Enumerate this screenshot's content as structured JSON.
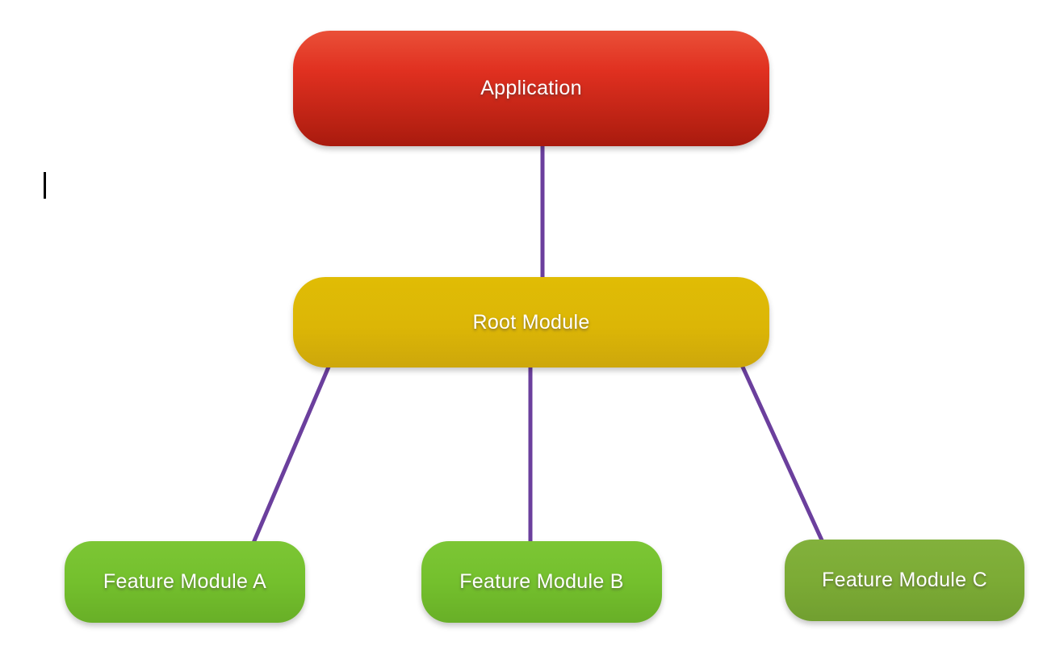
{
  "diagram": {
    "type": "hierarchy-tree",
    "nodes": [
      {
        "id": "application",
        "label": "Application",
        "level": 0,
        "fill_top": "#ea5038",
        "fill_bottom": "#a81a0e"
      },
      {
        "id": "root-module",
        "label": "Root Module",
        "level": 1,
        "fill_top": "#e0bc05",
        "fill_bottom": "#cda70b"
      },
      {
        "id": "feature-module-a",
        "label": "Feature Module A",
        "level": 2,
        "fill_top": "#7cc635",
        "fill_bottom": "#68af27"
      },
      {
        "id": "feature-module-b",
        "label": "Feature Module B",
        "level": 2,
        "fill_top": "#7cc635",
        "fill_bottom": "#68af27"
      },
      {
        "id": "feature-module-c",
        "label": "Feature Module C",
        "level": 2,
        "fill_top": "#82b13c",
        "fill_bottom": "#719f30"
      }
    ],
    "edges": [
      {
        "from": "application",
        "to": "root-module"
      },
      {
        "from": "root-module",
        "to": "feature-module-a"
      },
      {
        "from": "root-module",
        "to": "feature-module-b"
      },
      {
        "from": "root-module",
        "to": "feature-module-c"
      }
    ],
    "colors": {
      "connector": "#6b3f9d",
      "label_text": "#ffffff",
      "background": "#ffffff",
      "cursor": "#000000"
    }
  }
}
